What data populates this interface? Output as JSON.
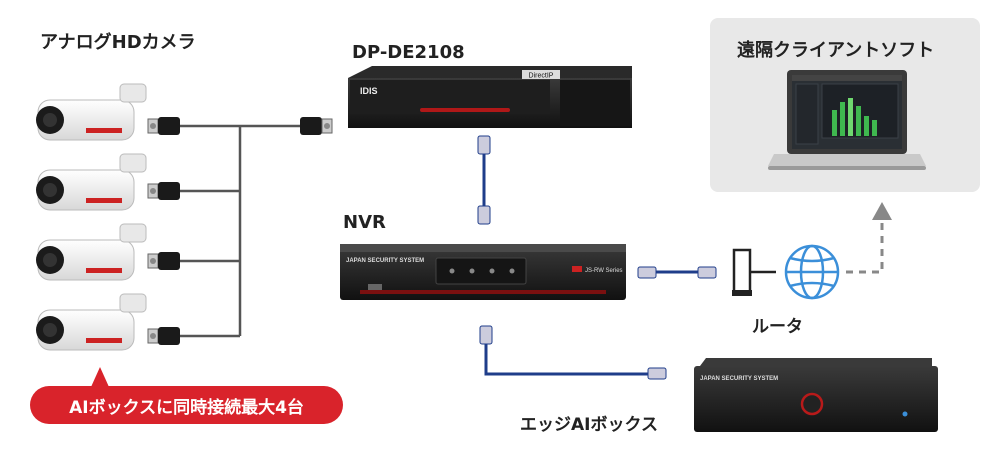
{
  "labels": {
    "cameras": "アナログHDカメラ",
    "dp_device": "DP-DE2108",
    "nvr": "NVR",
    "client": "遠隔クライアントソフト",
    "router": "ルータ",
    "edge_box": "エッジAIボックス"
  },
  "badge": {
    "text": "AIボックスに同時接続最大4台",
    "color": "#d9232b"
  },
  "device_brands": {
    "dp_brand": "IDIS",
    "dp_tag": "DirectIP",
    "nvr_brand": "JAPAN SECURITY SYSTEM",
    "nvr_series": "JS-RW Series",
    "edge_brand": "JAPAN SECURITY SYSTEM"
  },
  "colors": {
    "coax_line": "#555555",
    "lan_cable": "#1f3d8a",
    "dashed_arrow": "#888888",
    "globe": "#3b8fd9",
    "panel_bg": "#e8e8e8"
  }
}
